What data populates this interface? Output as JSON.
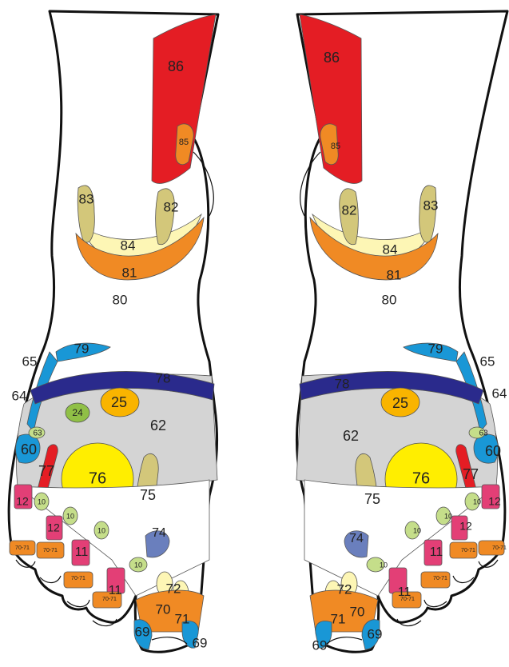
{
  "colors": {
    "red": "#e41d24",
    "orange": "#f08a24",
    "light_yellow": "#fdf6b5",
    "olive": "#d3c77a",
    "blue": "#1997d6",
    "navy": "#2a2a8c",
    "gray": "#d4d4d4",
    "yellow": "#ffee00",
    "gold": "#f9b400",
    "light_green": "#c5de8a",
    "green": "#90c046",
    "pink": "#e33f76",
    "slate_blue": "#6a7fbd",
    "bone": "#ffffff",
    "outline": "#111111"
  },
  "zones": {
    "z86": "86",
    "z85": "85",
    "z83": "83",
    "z82": "82",
    "z84": "84",
    "z81": "81",
    "z80": "80",
    "z79": "79",
    "z78": "78",
    "z65": "65",
    "z64": "64",
    "z63": "63",
    "z62": "62",
    "z60": "60",
    "z25": "25",
    "z24": "24",
    "z77": "77",
    "z76": "76",
    "z75": "75",
    "z74": "74",
    "z72": "72",
    "z71": "71",
    "z70": "70",
    "z69": "69",
    "z12": "12",
    "z11": "11",
    "z10": "10",
    "z70_71": "70-71"
  }
}
